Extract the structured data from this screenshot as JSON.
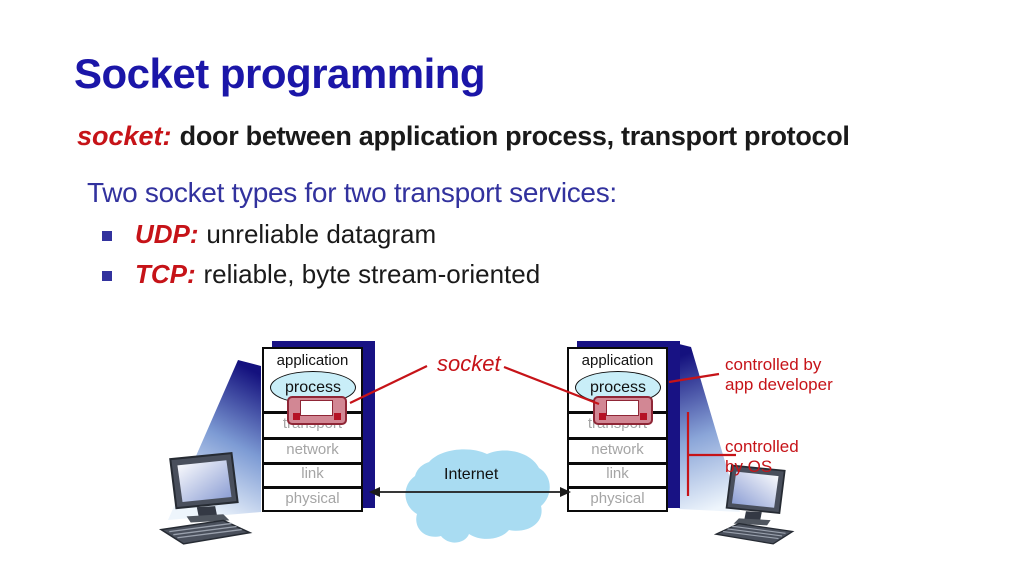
{
  "slide": {
    "title": "Socket programming",
    "intro_term": "socket:",
    "intro_text": "door between application process, transport protocol",
    "subheading": "Two socket types for two transport services:",
    "bullets": [
      {
        "term": "UDP:",
        "text": "unreliable datagram"
      },
      {
        "term": "TCP:",
        "text": "reliable, byte stream-oriented"
      }
    ]
  },
  "diagram": {
    "application_label": "application",
    "process_label": "process",
    "layers": [
      "transport",
      "network",
      "link",
      "physical"
    ],
    "socket_label": "socket",
    "internet_label": "Internet",
    "controlled_by_app": {
      "line1": "controlled by",
      "line2": "app developer"
    },
    "controlled_by_os": {
      "line1": "controlled",
      "line2": "by OS"
    }
  },
  "theme": {
    "title-blue": "#1b16a8",
    "heading-blue": "#32329e",
    "accent-red": "#c61318",
    "text-black": "#1a1a1a",
    "layer-gray": "#a5a5a5",
    "navy-shadow": "#181284",
    "cloud-blue": "#a9dcf2",
    "process-fill": "#c9eef8",
    "socket-pink": "#d28794",
    "socket-border": "#8f2636"
  }
}
